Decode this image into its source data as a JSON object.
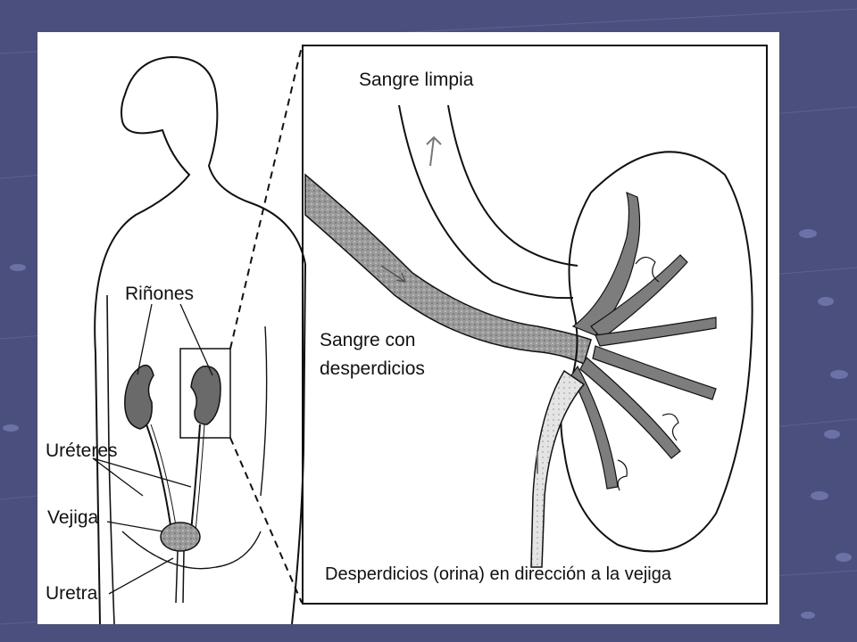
{
  "slide": {
    "background_color": "#4a4f7e",
    "panel_color": "#ffffff"
  },
  "body_labels": {
    "kidneys": "Riñones",
    "ureters": "Uréteres",
    "bladder": "Vejiga",
    "urethra": "Uretra"
  },
  "detail_labels": {
    "clean_blood": "Sangre limpia",
    "waste_blood_line1": "Sangre con",
    "waste_blood_line2": "desperdicios",
    "urine_to_bladder": "Desperdicios (orina) en dirección a la vejiga"
  },
  "colors": {
    "line": "#111111",
    "stipple": "#8c8c8c",
    "organ": "#6a6a6a"
  }
}
